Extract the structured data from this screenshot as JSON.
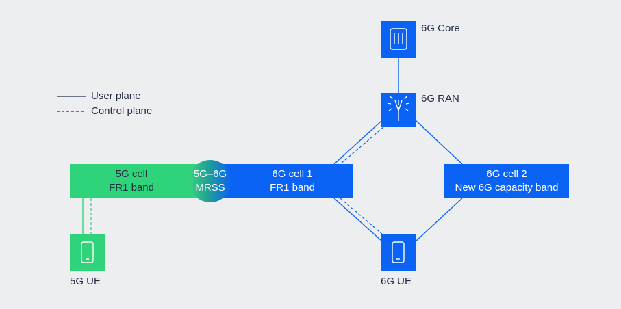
{
  "legend": {
    "user_plane": "User plane",
    "control_plane": "Control plane"
  },
  "nodes": {
    "core": {
      "label": "6G Core",
      "icon": "server-icon"
    },
    "ran": {
      "label": "6G RAN",
      "icon": "antenna-icon"
    },
    "ue5g": {
      "label": "5G UE",
      "icon": "phone-icon"
    },
    "ue6g": {
      "label": "6G UE",
      "icon": "phone-icon"
    },
    "cell5g": {
      "line1": "5G cell",
      "line2": "FR1 band"
    },
    "mrss": {
      "line1": "5G–6G",
      "line2": "MRSS"
    },
    "cell6g1": {
      "line1": "6G cell 1",
      "line2": "FR1 band"
    },
    "cell6g2": {
      "line1": "6G cell 2",
      "line2": "New 6G capacity band"
    }
  },
  "colors": {
    "background": "#eceef0",
    "blue": "#0b63f6",
    "green": "#2fd47a",
    "dark_text": "#1f2a44",
    "white": "#ffffff"
  }
}
